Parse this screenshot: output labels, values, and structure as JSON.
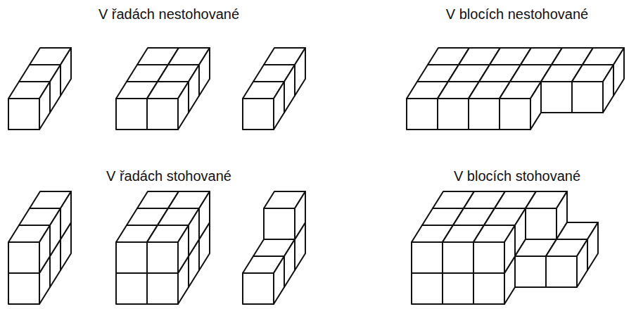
{
  "diagram": {
    "labels": [
      "V řadách nestohované",
      "V blocích nestohované",
      "V řadách stohované",
      "V blocích stohované"
    ]
  }
}
